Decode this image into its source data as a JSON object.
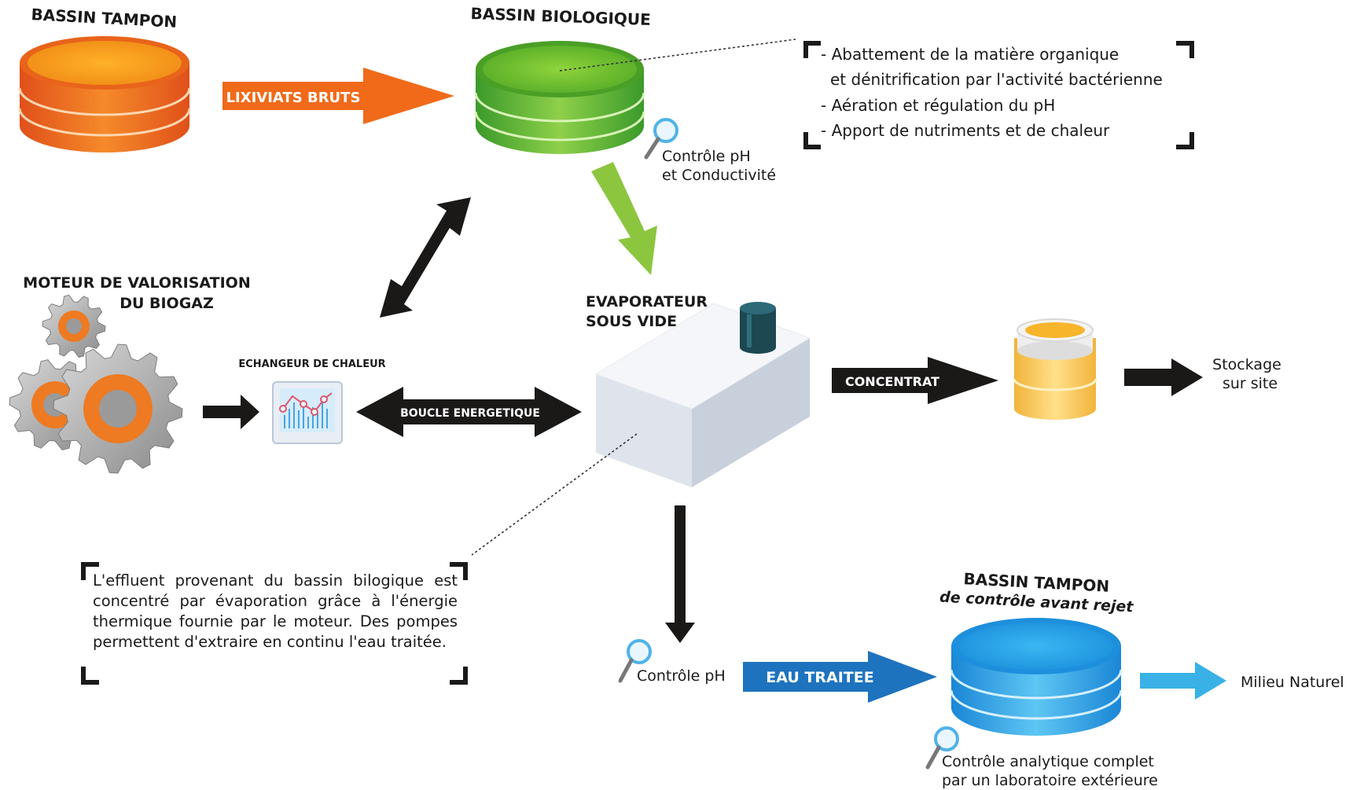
{
  "nodes": {
    "bassin_tampon_top": "BASSIN TAMPON",
    "bassin_biologique": "BASSIN BIOLOGIQUE",
    "moteur_line1": "MOTEUR DE VALORISATION",
    "moteur_line2": "DU BIOGAZ",
    "echangeur": "ECHANGEUR DE CHALEUR",
    "evaporateur_line1": "EVAPORATEUR",
    "evaporateur_line2": "SOUS VIDE",
    "stockage_line1": "Stockage",
    "stockage_line2": "sur site",
    "bassin_tampon_bottom": "BASSIN TAMPON",
    "bassin_tampon_bottom_sub": "de contrôle avant rejet",
    "milieu_naturel": "Milieu Naturel"
  },
  "arrows": {
    "lixiviats_bruts": "LIXIVIATS BRUTS",
    "boucle_energetique": "BOUCLE ENERGETIQUE",
    "concentrat": "CONCENTRAT",
    "eau_traitee": "EAU TRAITEE"
  },
  "controls": {
    "biologique_line1": "Contrôle pH",
    "biologique_line2": "et Conductivité",
    "eau": "Contrôle pH",
    "final_line1": "Contrôle analytique complet",
    "final_line2": "par un laboratoire extérieure"
  },
  "callout_bio": {
    "line1": "- Abattement de la matière organique",
    "line2": "et dénitrification par l'activité bactérienne",
    "line3": "- Aération et régulation du pH",
    "line4": "- Apport de nutriments et de chaleur"
  },
  "callout_evap": {
    "text": "L'effluent provenant du bassin bilogique est concentré par évaporation grâce à l'énergie thermique fournie par le moteur. Des pompes permettent d'extraire en continu l'eau traitée."
  },
  "colors": {
    "orange": "#f06a1a",
    "green": "#7cc242",
    "black": "#1b1918",
    "blue": "#1e73be",
    "light_blue": "#39b1e6",
    "dark_teal": "#1d4852"
  }
}
